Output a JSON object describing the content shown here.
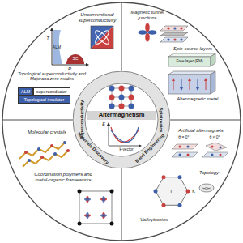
{
  "diagram": {
    "nodes": [
      {
        "text": [
          "Superconductivity",
          "Spintronics",
          "Band Engineering",
          "Materials Discovery"
        ]
      },
      {
        "text": [
          "ALM"
        ]
      },
      {
        "text": [
          "superconductor"
        ]
      },
      {
        "text": [
          "Topological insulator"
        ]
      },
      {
        "text": [
          "Altermagnetism"
        ]
      }
    ],
    "labels": [
      "Unconventional superconductivity",
      "T",
      "P",
      "ALM",
      "SC",
      "Topological superconductivity and Majorana zero modes",
      "Magnetic tunnel junctions",
      "Spin-source layers",
      "Free layer (FM)",
      "Altermagnetic metal",
      "E",
      "k-vector",
      "Molecular crystals",
      "Coordination polymers and metal-organic frameworks",
      "Artificial altermagnets",
      "θ = 0°",
      "θ ≠ 0°",
      "Topology",
      "Valleytronics",
      "Γ",
      "K"
    ]
  }
}
